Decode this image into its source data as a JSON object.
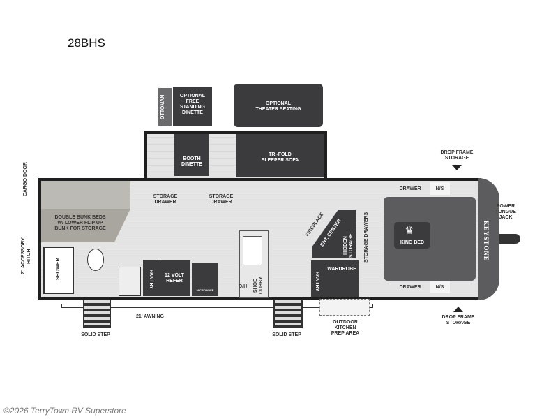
{
  "model": "28BHS",
  "brand": "KEYSTONE",
  "watermark": "©2026 TerryTown RV Superstore",
  "optional": {
    "ottoman": "OTTOMAN",
    "dinette": "OPTIONAL\nFREE\nSTANDING\nDINETTE",
    "theater": "OPTIONAL\nTHEATER SEATING"
  },
  "rooms": {
    "booth_dinette": "BOOTH\nDINETTE",
    "sofa": "TRI-FOLD\nSLEEPER SOFA",
    "storage_drawer_1": "STORAGE\nDRAWER",
    "storage_drawer_2": "STORAGE\nDRAWER",
    "bunks": "DOUBLE BUNK BEDS\nW/ LOWER FLIP UP\nBUNK FOR STORAGE",
    "shower": "SHOWER",
    "pantry_1": "PANTRY",
    "refer": "12 VOLT\nREFER",
    "microwave": "MICROWAVE",
    "oh": "O/H",
    "shoe_cubby": "SHOE\nCUBBY",
    "fireplace": "FIREPLACE",
    "ent_center": "ENT. CENTER",
    "hidden_storage": "HIDDEN\nSTORAGE",
    "wardrobe": "WARDROBE",
    "pantry_2": "PANTRY",
    "storage_drawers": "STORAGE DRAWERS",
    "drawer_top": "DRAWER",
    "drawer_bottom": "DRAWER",
    "ns_top": "N/S",
    "ns_bottom": "N/S",
    "king_bed": "KING BED"
  },
  "exterior": {
    "cargo_door": "CARGO DOOR",
    "hitch": "2\" ACCESSORY\nHITCH",
    "awning": "21' AWNING",
    "solid_step_1": "SOLID STEP",
    "solid_step_2": "SOLID STEP",
    "outdoor_kitchen": "OUTDOOR\nKITCHEN\nPREP AREA",
    "drop_frame_top": "DROP FRAME\nSTORAGE",
    "drop_frame_bottom": "DROP FRAME\nSTORAGE",
    "tongue_jack": "POWER\nTONGUE\nJACK"
  }
}
